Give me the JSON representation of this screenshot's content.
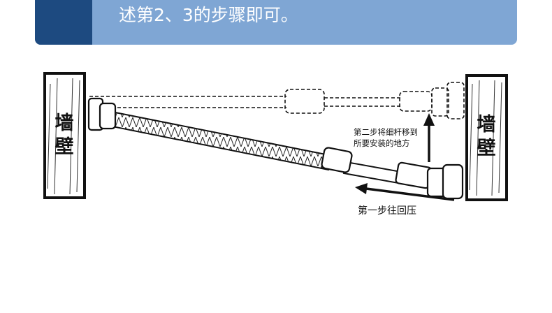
{
  "banner": {
    "text": "述第2、3的步骤即可。",
    "colors": {
      "dark": "#1d4a80",
      "light": "#7fa6d4",
      "text": "#ffffff"
    }
  },
  "walls": {
    "left_label": "墙壁",
    "right_label": "墙壁"
  },
  "annotations": {
    "step2_line1": "第二步将细杆移到",
    "step2_line2": "所要安装的地方",
    "step1": "第一步往回压"
  },
  "icons": [
    "arrow-up-icon",
    "arrow-left-icon"
  ]
}
